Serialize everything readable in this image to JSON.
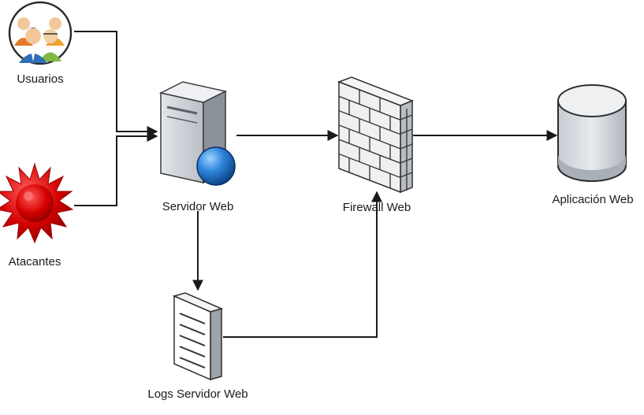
{
  "nodes": {
    "users": {
      "label": "Usuarios",
      "icon": "users-group-icon"
    },
    "attackers": {
      "label": "Atacantes",
      "icon": "virus-icon"
    },
    "web_server": {
      "label": "Servidor Web",
      "icon": "server-globe-icon"
    },
    "firewall": {
      "label": "Firewall Web",
      "icon": "brick-wall-icon"
    },
    "application": {
      "label": "Aplicación Web",
      "icon": "database-cylinder-icon"
    },
    "logs": {
      "label": "Logs Servidor Web",
      "icon": "document-icon"
    }
  },
  "edges": [
    {
      "from": "Usuarios",
      "to": "Servidor Web"
    },
    {
      "from": "Atacantes",
      "to": "Servidor Web"
    },
    {
      "from": "Servidor Web",
      "to": "Firewall Web"
    },
    {
      "from": "Firewall Web",
      "to": "Aplicación Web"
    },
    {
      "from": "Servidor Web",
      "to": "Logs Servidor Web"
    },
    {
      "from": "Logs Servidor Web",
      "to": "Firewall Web"
    }
  ],
  "colors": {
    "line": "#1a1a1a",
    "virus": "#d40000",
    "globe": "#1f6fc4",
    "server": "#c9cdd4",
    "wall": "#eef0f2"
  }
}
